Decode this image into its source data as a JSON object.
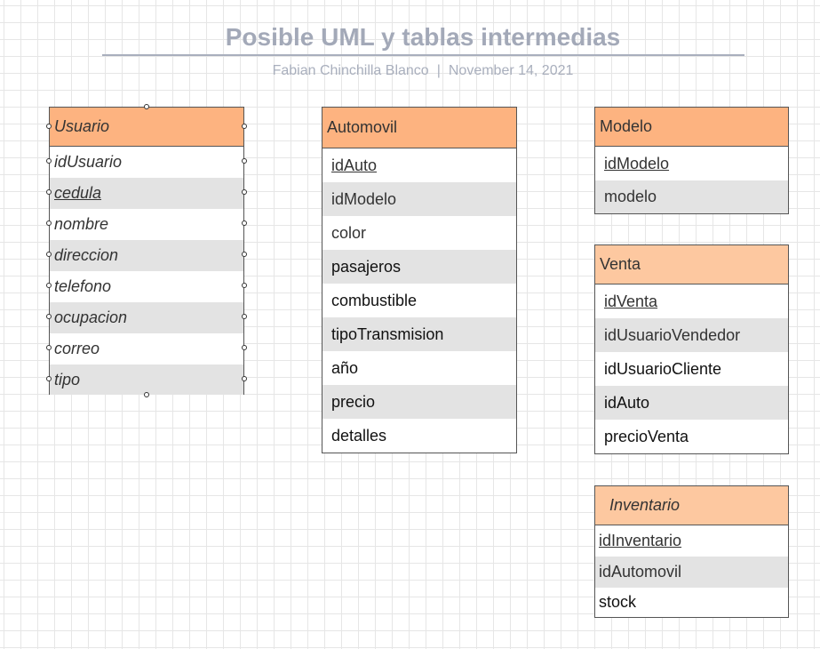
{
  "header": {
    "title": "Posible UML y tablas intermedias",
    "author": "Fabian Chinchilla Blanco",
    "separator": "|",
    "date": "November 14, 2021"
  },
  "colors": {
    "header_orange": "#fdb380",
    "header_light_orange": "#fdc8a0",
    "row_alt": "#e3e3e3",
    "title_gray": "#a3a9b8"
  },
  "entities": {
    "usuario": {
      "name": "Usuario",
      "fields": [
        "idUsuario",
        "cedula",
        "nombre",
        "direccion",
        "telefono",
        "ocupacion",
        "correo",
        "tipo"
      ]
    },
    "automovil": {
      "name": "Automovil",
      "fields": [
        "idAuto",
        "idModelo",
        "color",
        "pasajeros",
        "combustible",
        "tipoTransmision",
        "año",
        "precio",
        "detalles"
      ]
    },
    "modelo": {
      "name": "Modelo",
      "fields": [
        "idModelo",
        "modelo"
      ]
    },
    "venta": {
      "name": "Venta",
      "fields": [
        "idVenta",
        "idUsuarioVendedor",
        "idUsuarioCliente",
        "idAuto",
        "precioVenta"
      ]
    },
    "inventario": {
      "name": "Inventario",
      "fields": [
        "idInventario",
        "idAutomovil",
        "stock"
      ]
    }
  }
}
